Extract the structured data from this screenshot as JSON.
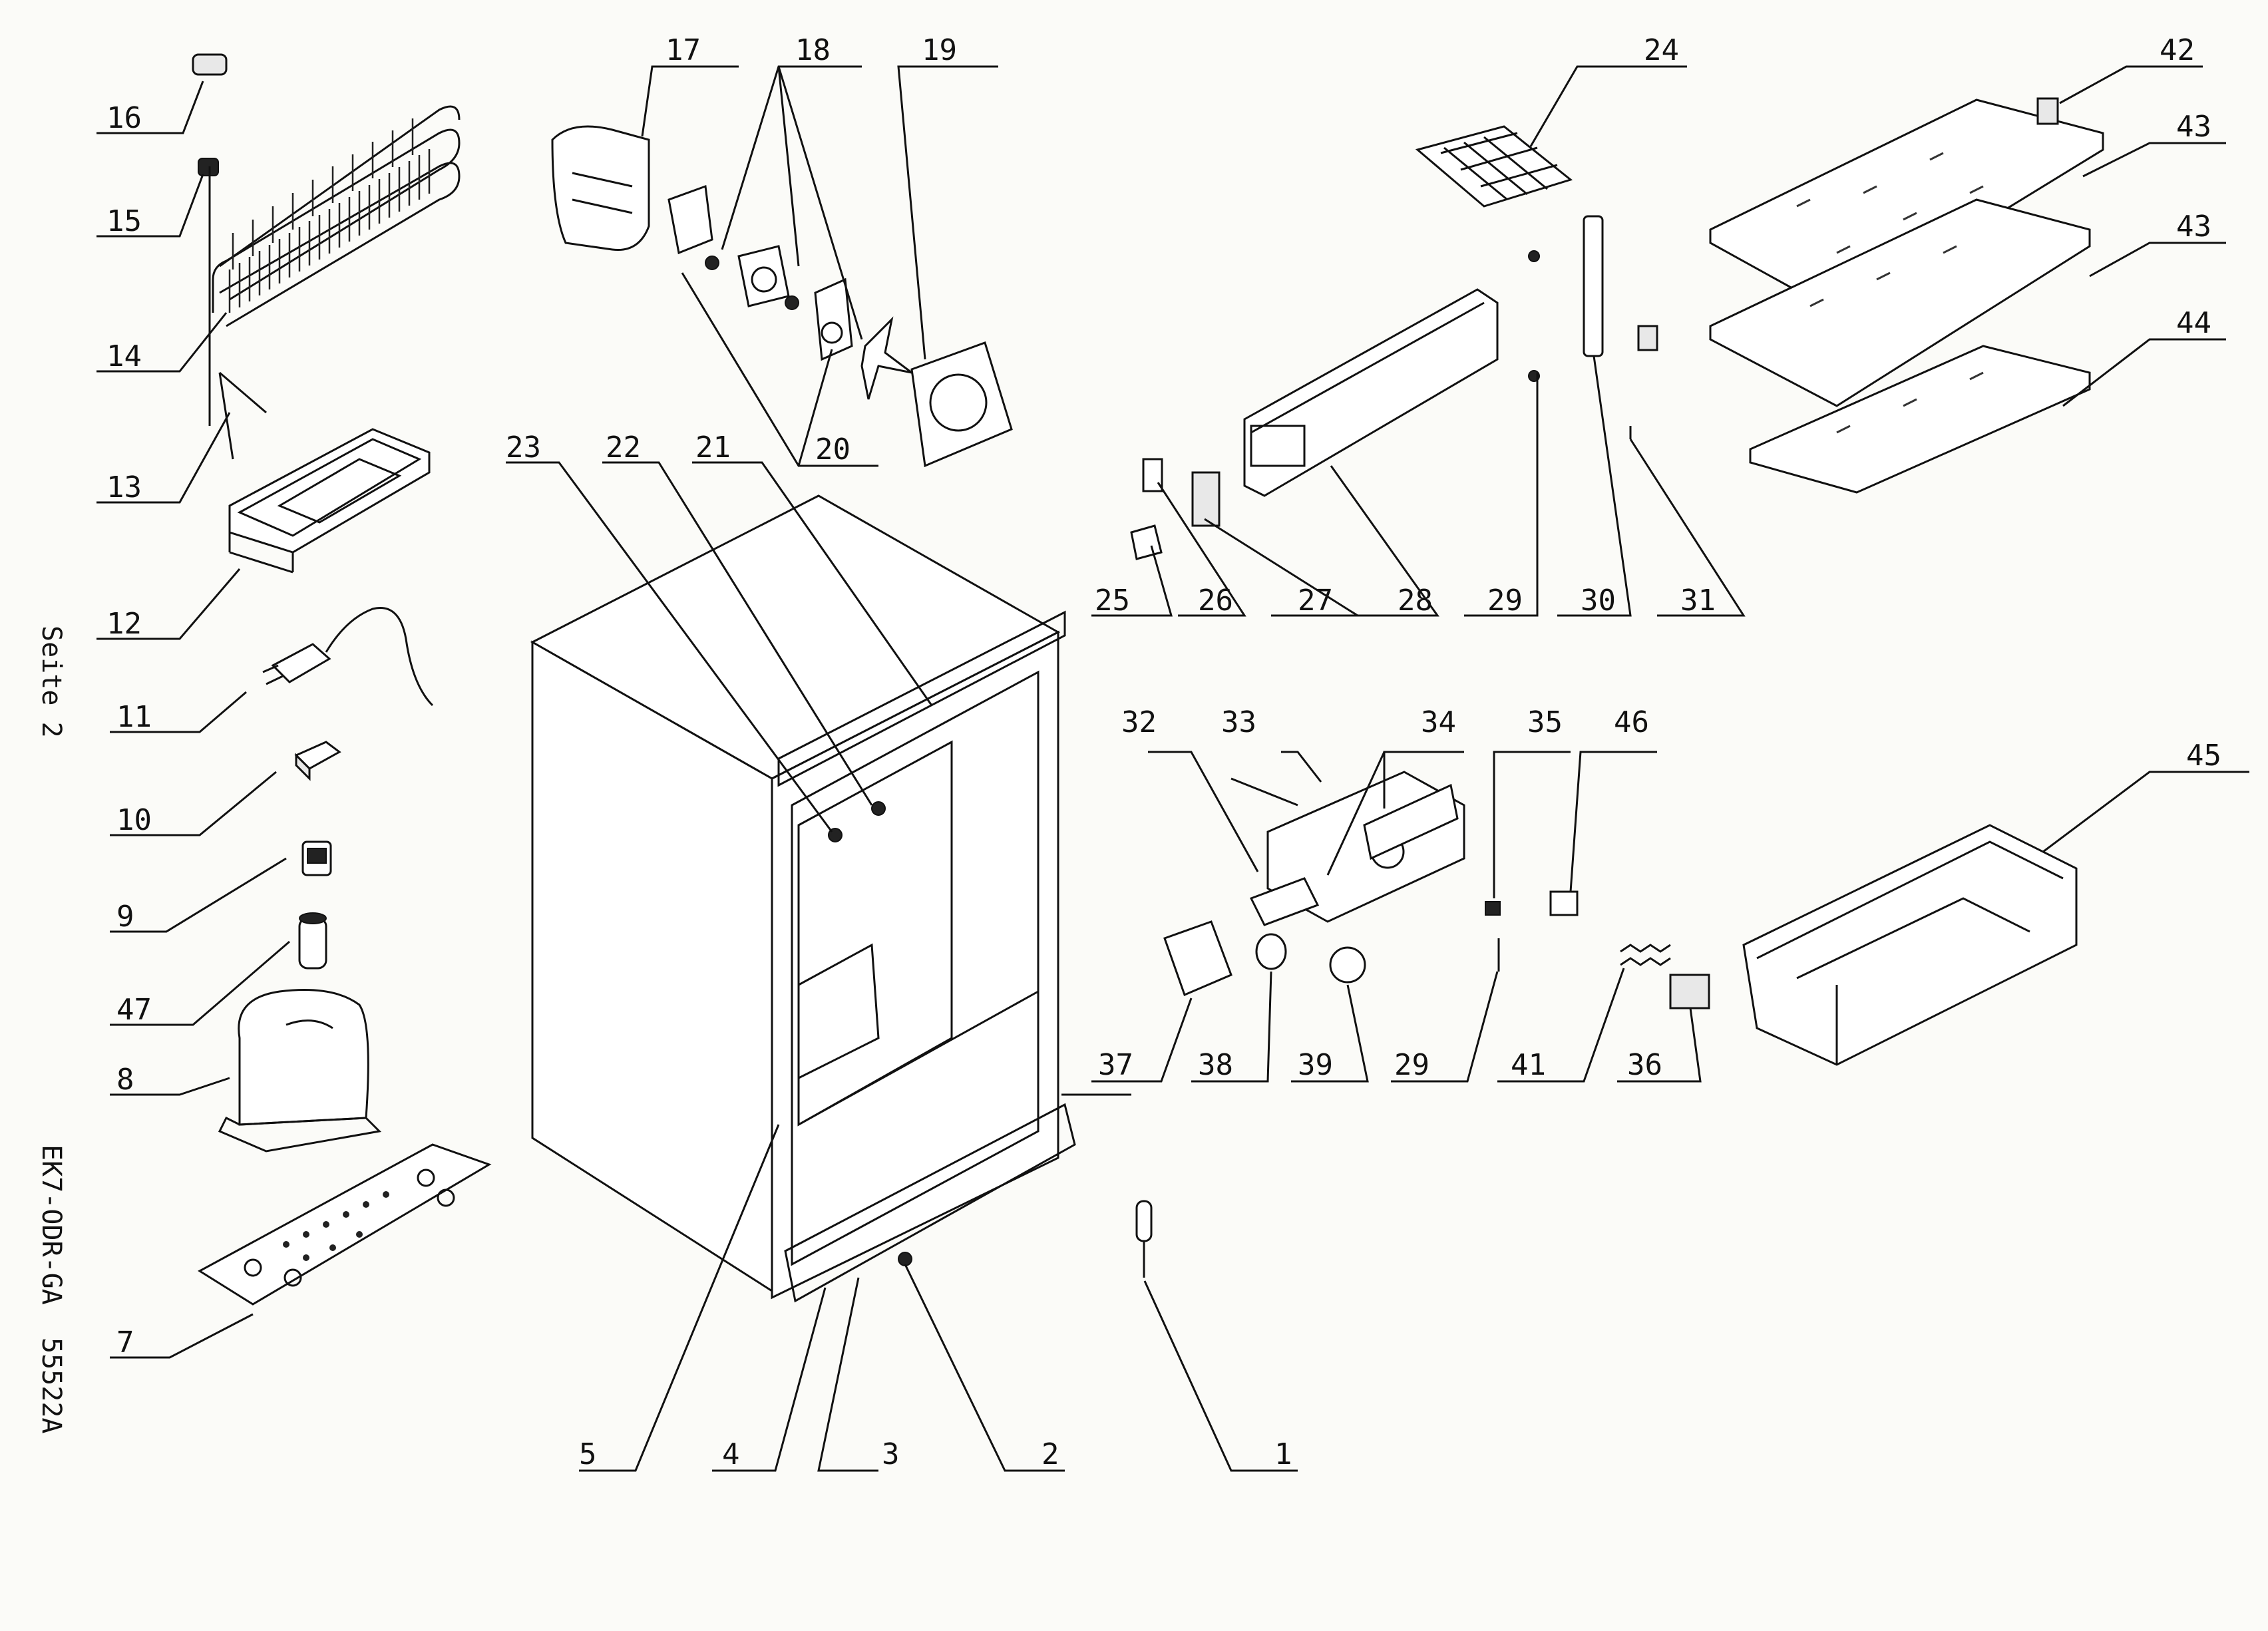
{
  "side_texts": {
    "page": "Seite 2",
    "model": "EK7-ODR-GA",
    "code": "55522A"
  },
  "callouts": [
    {
      "id": "1",
      "label": "1"
    },
    {
      "id": "2",
      "label": "2"
    },
    {
      "id": "3",
      "label": "3"
    },
    {
      "id": "4",
      "label": "4"
    },
    {
      "id": "5",
      "label": "5"
    },
    {
      "id": "7",
      "label": "7"
    },
    {
      "id": "8",
      "label": "8"
    },
    {
      "id": "9",
      "label": "9"
    },
    {
      "id": "10",
      "label": "10"
    },
    {
      "id": "11",
      "label": "11"
    },
    {
      "id": "12",
      "label": "12"
    },
    {
      "id": "13",
      "label": "13"
    },
    {
      "id": "14",
      "label": "14"
    },
    {
      "id": "15",
      "label": "15"
    },
    {
      "id": "16",
      "label": "16"
    },
    {
      "id": "17",
      "label": "17"
    },
    {
      "id": "18",
      "label": "18"
    },
    {
      "id": "19",
      "label": "19"
    },
    {
      "id": "20",
      "label": "20"
    },
    {
      "id": "21",
      "label": "21"
    },
    {
      "id": "22",
      "label": "22"
    },
    {
      "id": "23",
      "label": "23"
    },
    {
      "id": "24",
      "label": "24"
    },
    {
      "id": "25",
      "label": "25"
    },
    {
      "id": "26",
      "label": "26"
    },
    {
      "id": "27",
      "label": "27"
    },
    {
      "id": "28",
      "label": "28"
    },
    {
      "id": "29a",
      "label": "29"
    },
    {
      "id": "30",
      "label": "30"
    },
    {
      "id": "31",
      "label": "31"
    },
    {
      "id": "32",
      "label": "32"
    },
    {
      "id": "33",
      "label": "33"
    },
    {
      "id": "34",
      "label": "34"
    },
    {
      "id": "35",
      "label": "35"
    },
    {
      "id": "46",
      "label": "46"
    },
    {
      "id": "45",
      "label": "45"
    },
    {
      "id": "37",
      "label": "37"
    },
    {
      "id": "38",
      "label": "38"
    },
    {
      "id": "39",
      "label": "39"
    },
    {
      "id": "29b",
      "label": "29"
    },
    {
      "id": "41",
      "label": "41"
    },
    {
      "id": "36",
      "label": "36"
    },
    {
      "id": "42",
      "label": "42"
    },
    {
      "id": "43a",
      "label": "43"
    },
    {
      "id": "43b",
      "label": "43"
    },
    {
      "id": "44",
      "label": "44"
    },
    {
      "id": "47",
      "label": "47"
    }
  ]
}
